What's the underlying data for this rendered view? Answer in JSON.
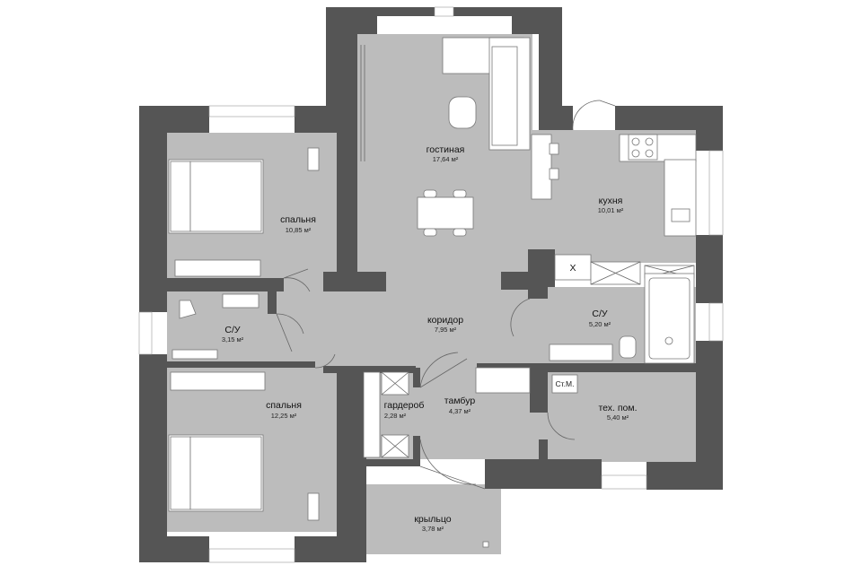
{
  "rooms": [
    {
      "id": "living",
      "name": "гостиная",
      "area": "17,64 м²"
    },
    {
      "id": "kitchen",
      "name": "кухня",
      "area": "10,01 м²"
    },
    {
      "id": "bedroom1",
      "name": "спальня",
      "area": "10,85 м²"
    },
    {
      "id": "bath_left",
      "name": "С/У",
      "area": "3,15 м²"
    },
    {
      "id": "corridor",
      "name": "коридор",
      "area": "7,95 м²"
    },
    {
      "id": "bath_right",
      "name": "С/У",
      "area": "5,20 м²"
    },
    {
      "id": "bedroom2",
      "name": "спальня",
      "area": "12,25 м²"
    },
    {
      "id": "wardrobe",
      "name": "гардероб",
      "area": "2,28 м²"
    },
    {
      "id": "vestibule",
      "name": "тамбур",
      "area": "4,37 м²"
    },
    {
      "id": "utility",
      "name": "тех. пом.",
      "area": "5,40 м²"
    },
    {
      "id": "porch",
      "name": "крыльцо",
      "area": "3,78 м²"
    }
  ],
  "labels": {
    "washer": "Ст.М.",
    "appliance_mark": "X"
  },
  "colors": {
    "wall": "#555555",
    "floor": "#bcbcbc",
    "background": "#ffffff"
  }
}
